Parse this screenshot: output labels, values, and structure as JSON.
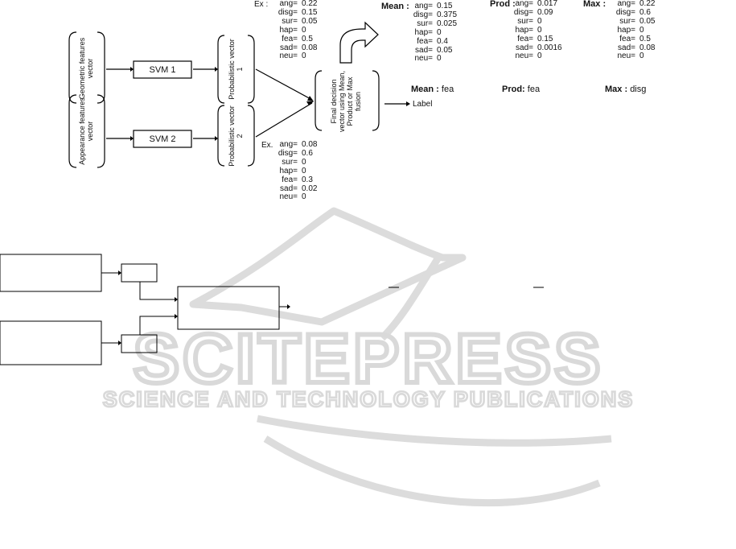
{
  "svm": [
    "SVM 1",
    "SVM 2"
  ],
  "inputs": [
    {
      "line1": "Geometric features",
      "line2": "vector"
    },
    {
      "line1": "Appearance features",
      "line2": "vector"
    }
  ],
  "prob_vectors": [
    {
      "line1": "Probabilistic vector",
      "line2": "1"
    },
    {
      "line1": "Probabilistic vector",
      "line2": "2"
    }
  ],
  "fusion": {
    "line1": "Final decision",
    "line2": "vector using Mean,",
    "line3": "Product or Max",
    "line4": "fusion"
  },
  "label": "Label",
  "ex1": {
    "prefix": "Ex :",
    "rows": [
      {
        "k": "ang=",
        "v": "0.22"
      },
      {
        "k": "disg=",
        "v": "0.15"
      },
      {
        "k": "sur=",
        "v": "0.05"
      },
      {
        "k": "hap=",
        "v": "0"
      },
      {
        "k": "fea=",
        "v": "0.5"
      },
      {
        "k": "sad=",
        "v": "0.08"
      },
      {
        "k": "neu=",
        "v": "0"
      }
    ]
  },
  "ex2": {
    "prefix": "Ex.",
    "rows": [
      {
        "k": "ang=",
        "v": "0.08"
      },
      {
        "k": "disg=",
        "v": "0.6"
      },
      {
        "k": "sur=",
        "v": "0"
      },
      {
        "k": "hap=",
        "v": "0"
      },
      {
        "k": "fea=",
        "v": "0.3"
      },
      {
        "k": "sad=",
        "v": "0.02"
      },
      {
        "k": "neu=",
        "v": "0"
      }
    ]
  },
  "mean": {
    "prefix": "Mean :",
    "rows": [
      {
        "k": "ang=",
        "v": "0.15"
      },
      {
        "k": "disg=",
        "v": "0.375"
      },
      {
        "k": "sur=",
        "v": "0.025"
      },
      {
        "k": "hap=",
        "v": "0"
      },
      {
        "k": "fea=",
        "v": "0.4"
      },
      {
        "k": "sad=",
        "v": "0.05"
      },
      {
        "k": "neu=",
        "v": "0"
      }
    ]
  },
  "prod": {
    "prefix": "Prod :",
    "rows": [
      {
        "k": "ang=",
        "v": "0.017"
      },
      {
        "k": "disg=",
        "v": "0.09"
      },
      {
        "k": "sur=",
        "v": "0"
      },
      {
        "k": "hap=",
        "v": "0"
      },
      {
        "k": "fea=",
        "v": "0.15"
      },
      {
        "k": "sad=",
        "v": "0.0016"
      },
      {
        "k": "neu=",
        "v": "0"
      }
    ]
  },
  "max": {
    "prefix": "Max :",
    "rows": [
      {
        "k": "ang=",
        "v": "0.22"
      },
      {
        "k": "disg=",
        "v": "0.6"
      },
      {
        "k": "sur=",
        "v": "0.05"
      },
      {
        "k": "hap=",
        "v": "0"
      },
      {
        "k": "fea=",
        "v": "0.5"
      },
      {
        "k": "sad=",
        "v": "0.08"
      },
      {
        "k": "neu=",
        "v": "0"
      }
    ]
  },
  "results": [
    {
      "name": "Mean :",
      "value": "fea"
    },
    {
      "name": "Prod:",
      "value": "fea"
    },
    {
      "name": "Max :",
      "value": "disg"
    }
  ],
  "watermark": {
    "main": "SCITEPRESS",
    "sub": "SCIENCE AND TECHNOLOGY PUBLICATIONS",
    "color": "#d9d9d9"
  }
}
